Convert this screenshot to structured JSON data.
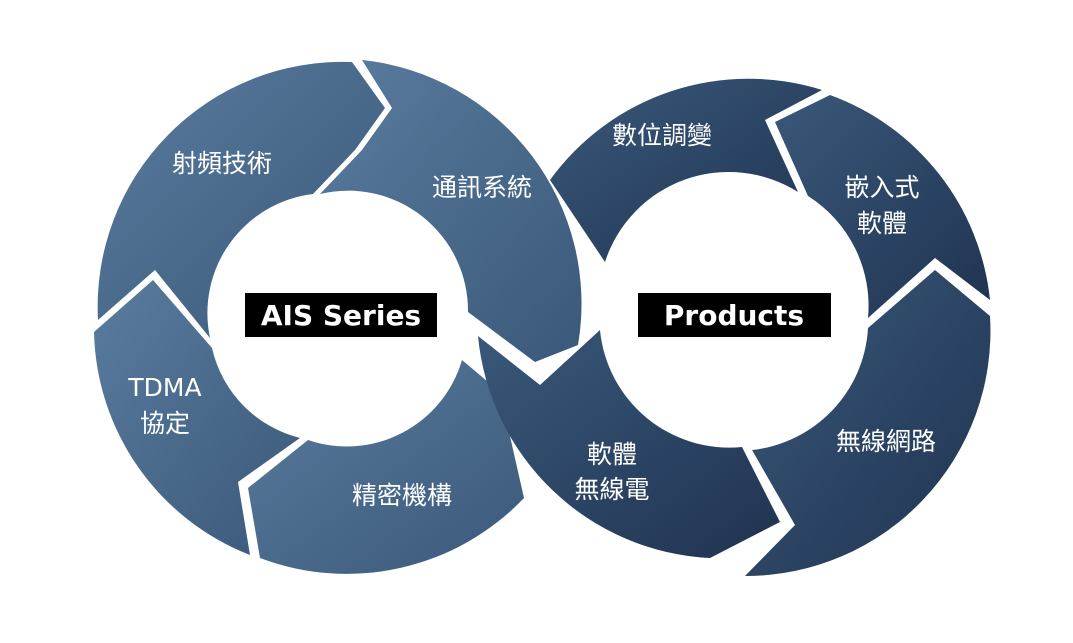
{
  "left_ring": {
    "center_label": "AIS Series",
    "segments": [
      {
        "lines": [
          "射頻技術"
        ]
      },
      {
        "lines": [
          "通訊系統"
        ]
      },
      {
        "lines": [
          "TDMA",
          "協定"
        ]
      },
      {
        "lines": [
          "精密機構"
        ]
      }
    ]
  },
  "right_ring": {
    "center_label": "Products",
    "segments": [
      {
        "lines": [
          "數位調變"
        ]
      },
      {
        "lines": [
          "嵌入式",
          "軟體"
        ]
      },
      {
        "lines": [
          "軟體",
          "無線電"
        ]
      },
      {
        "lines": [
          "無線網路"
        ]
      }
    ]
  },
  "colors": {
    "light": "#5a7c9e",
    "mid": "#3a587a",
    "dark": "#1f3350",
    "label_box": "#000000"
  }
}
